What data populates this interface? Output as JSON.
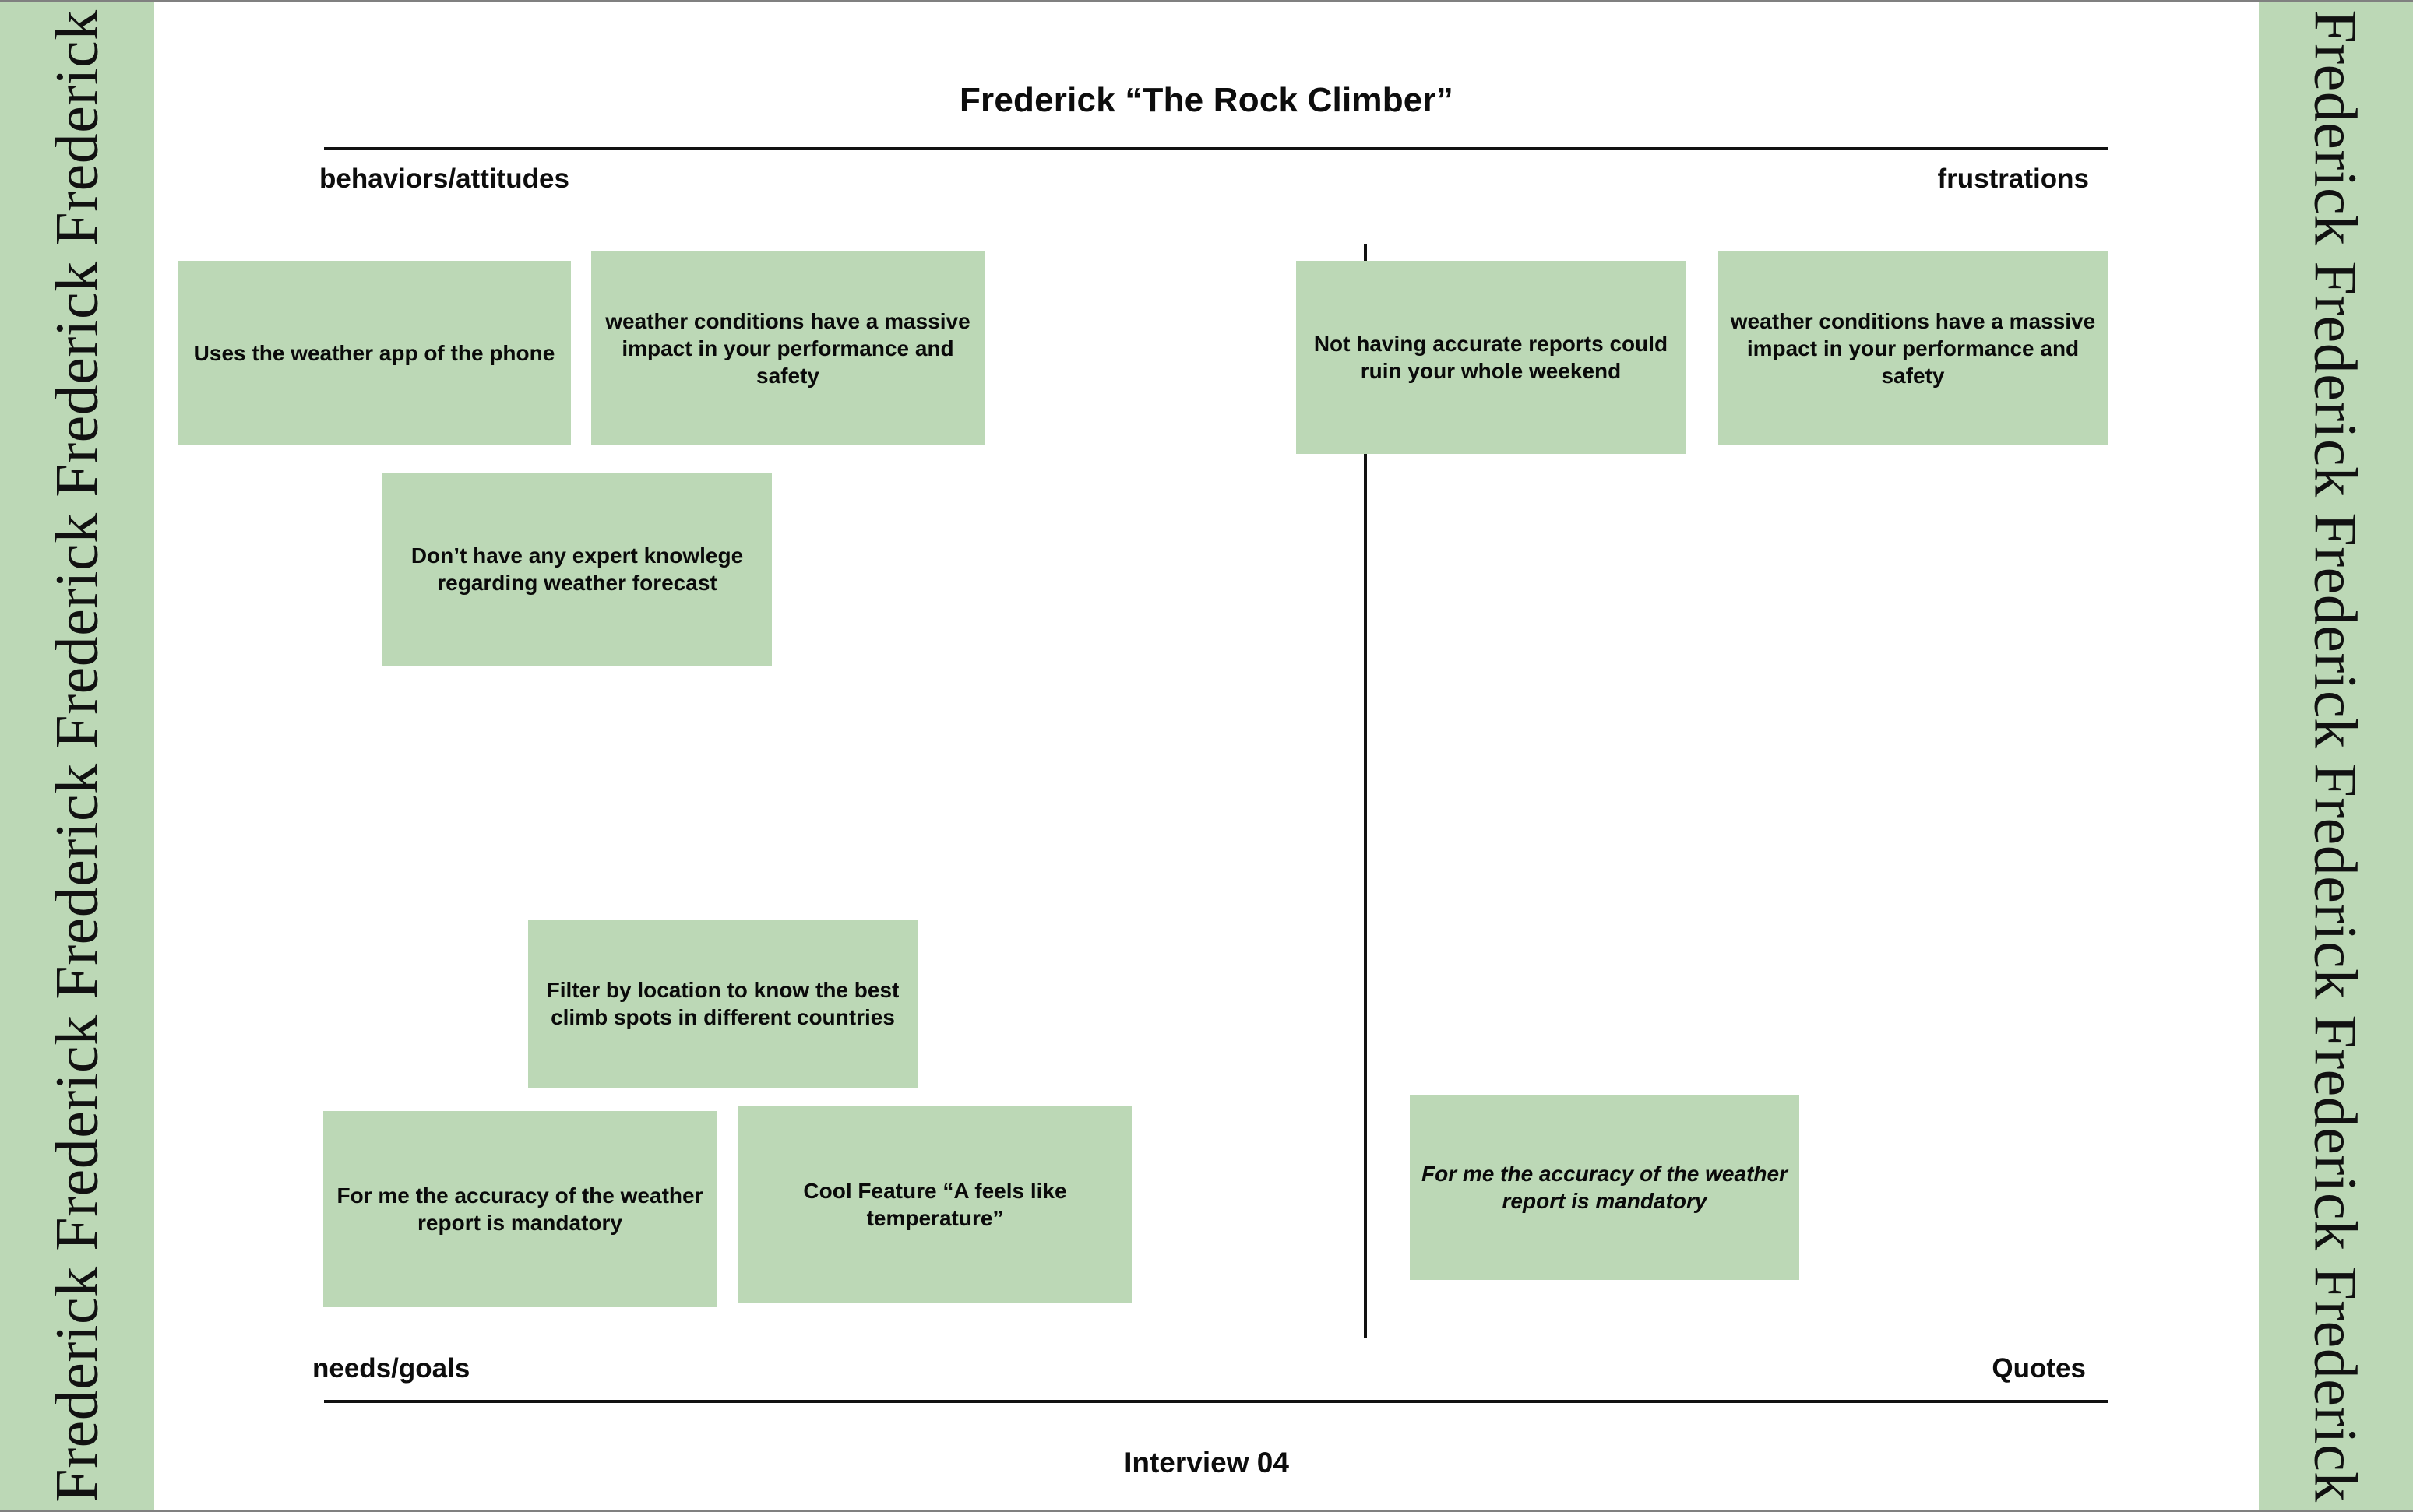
{
  "board": {
    "title": "Frederick “The Rock Climber”",
    "footer": "Interview 04",
    "side_band_word": "Frederick",
    "accent_color": "#bcd8b6",
    "text_color": "#0a0a0a"
  },
  "quadrants": {
    "top_left_label": "behaviors/attitudes",
    "top_right_label": "frustrations",
    "bottom_left_label": "needs/goals",
    "bottom_right_label": "Quotes"
  },
  "cards": {
    "behaviors": [
      {
        "text": "Uses the weather app of the phone"
      },
      {
        "text": "weather conditions have a massive impact in your performance and safety"
      },
      {
        "text": "Don’t have any expert knowlege regarding weather forecast"
      }
    ],
    "frustrations": [
      {
        "text": "Not having accurate reports could ruin your whole weekend"
      },
      {
        "text": "weather conditions have a massive impact in your performance and safety"
      }
    ],
    "needs": [
      {
        "text": "Filter by location to know the best climb spots in different countries"
      },
      {
        "text": "For me the accuracy of the weather report is mandatory"
      },
      {
        "text": "Cool Feature “A feels like temperature”"
      }
    ],
    "quotes": [
      {
        "text": "For me the accuracy of the weather report is mandatory"
      }
    ]
  }
}
